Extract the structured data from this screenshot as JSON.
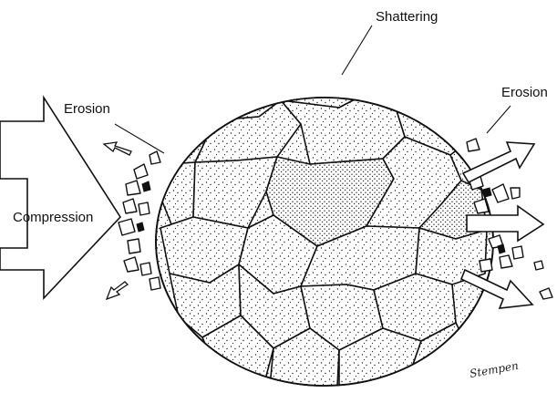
{
  "labels": {
    "shattering": "Shattering",
    "erosion_left": "Erosion",
    "erosion_right": "Erosion",
    "compression": "Compression"
  },
  "signature": "Stempen",
  "colors": {
    "ink": "#111111",
    "paper": "#ffffff"
  }
}
